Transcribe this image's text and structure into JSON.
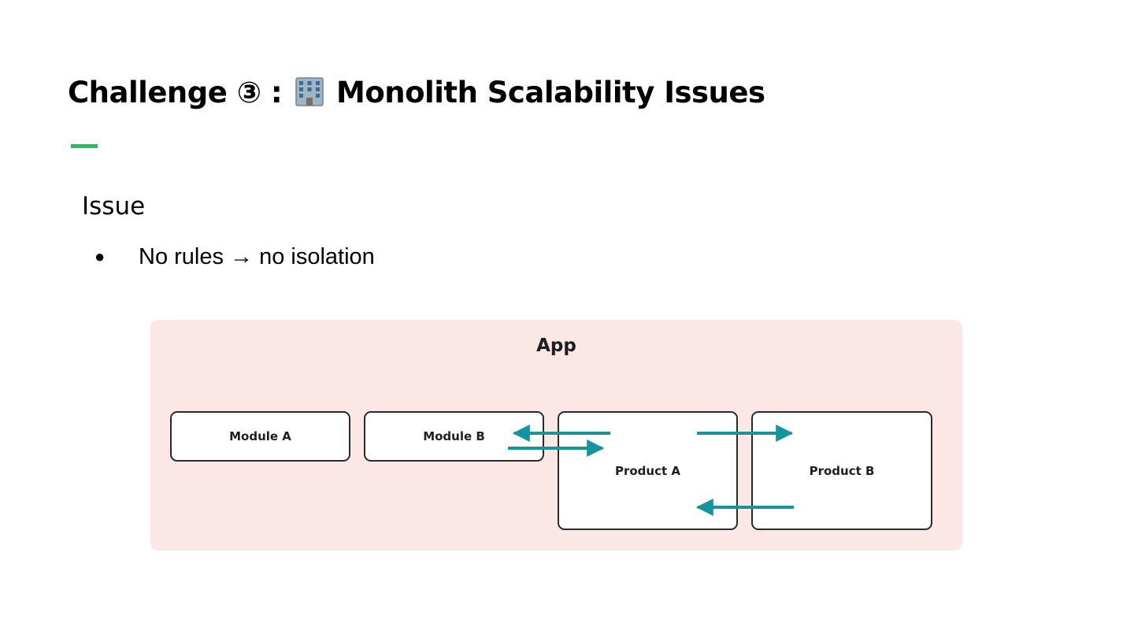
{
  "slide": {
    "title_prefix": "Challenge ③ :",
    "title_suffix": "Monolith Scalability Issues",
    "title_icon": "office-building-icon",
    "accent_color": "#1bc45e"
  },
  "content": {
    "section_heading": "Issue",
    "bullets": [
      {
        "dot": "●",
        "text": "No rules → no isolation"
      }
    ]
  },
  "diagram": {
    "background_color": "#fbe8e6",
    "container_label": "App",
    "arrow_color": "#13949e",
    "modules": [
      {
        "label": "Module A"
      },
      {
        "label": "Module B"
      },
      {
        "label": "Product A"
      },
      {
        "label": "Product B"
      }
    ]
  }
}
